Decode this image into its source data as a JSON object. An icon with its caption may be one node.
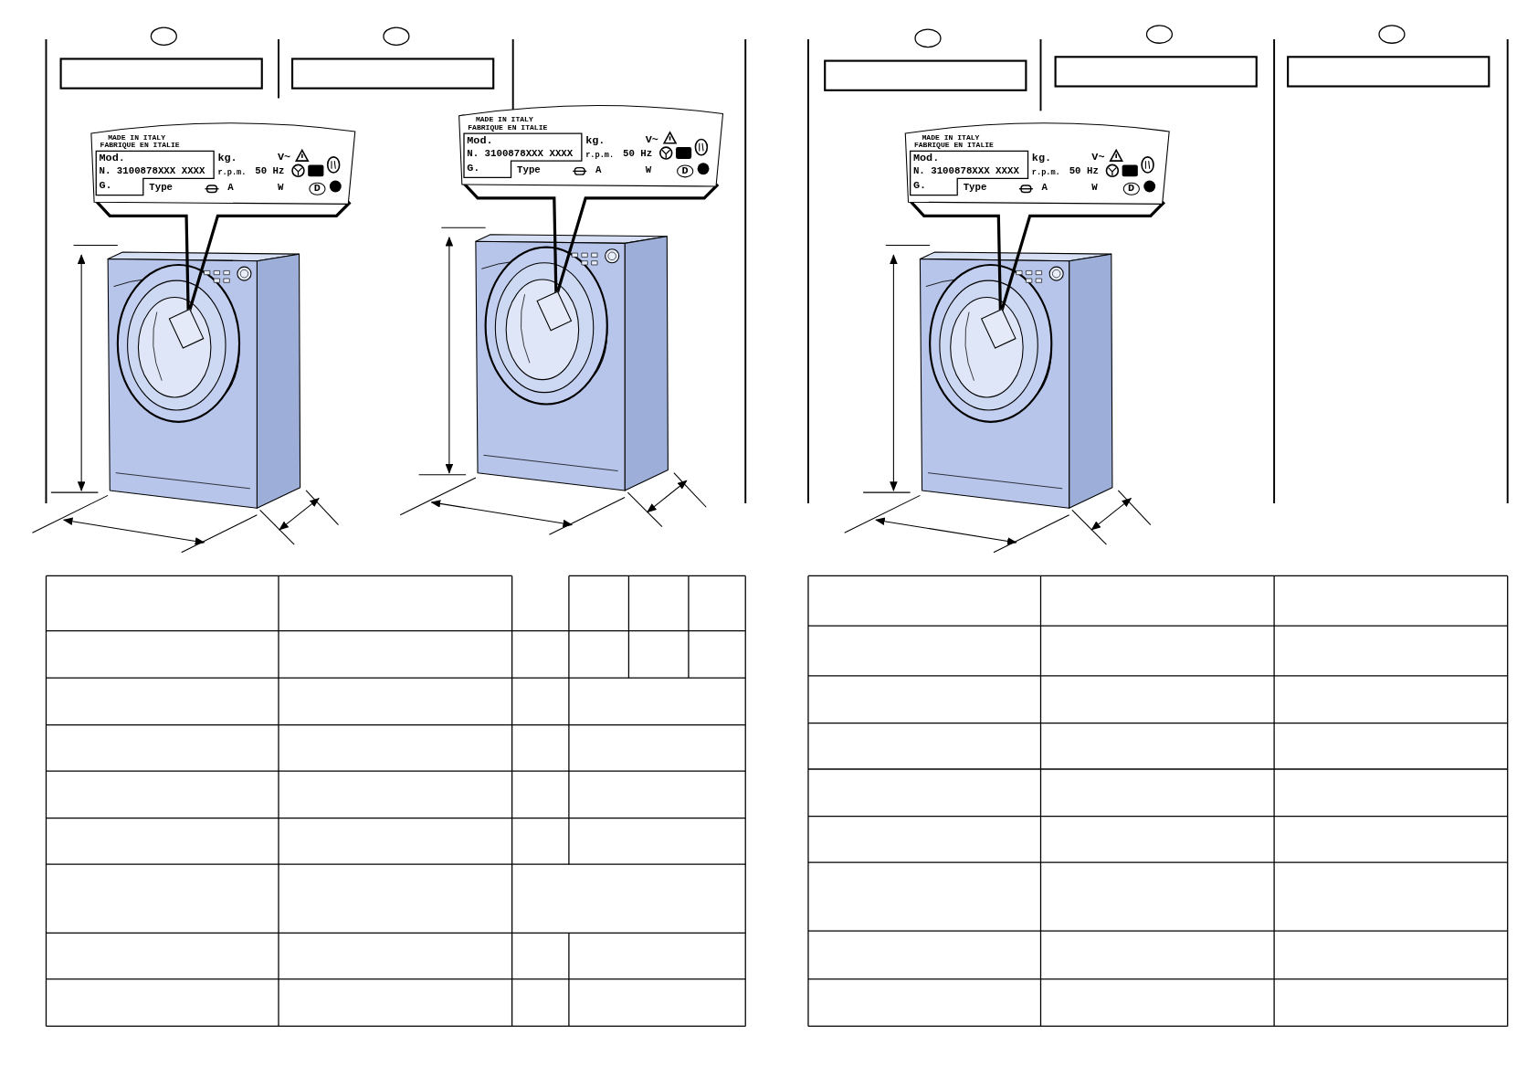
{
  "diagram": {
    "nodes": [
      {
        "text": [
          "MADE IN ITALY",
          "FABRIQUE EN ITALIE",
          "Mod.",
          "kg.",
          "V~",
          "N. 3100878XXX XXXX",
          "r.p.m.",
          "50 Hz",
          "G.",
          "Type",
          "A",
          "W",
          "D"
        ]
      },
      {
        "text": [],
        "shape": "box"
      },
      {
        "text": [
          "MADE IN ITALY",
          "FABRIQUE EN ITALIE",
          "Mod.",
          "kg.",
          "V~",
          "N. 3100878XXX XXXX",
          "r.p.m.",
          "50 Hz",
          "G.",
          "Type",
          "A",
          "W",
          "D"
        ]
      },
      {
        "text": [],
        "shape": "box"
      },
      {
        "text": [
          "MADE IN ITALY",
          "FABRIQUE EN ITALIE",
          "Mod.",
          "kg.",
          "V~",
          "N. 3100878XXX XXXX",
          "r.p.m.",
          "50 Hz",
          "G.",
          "Type",
          "A",
          "W",
          "D"
        ]
      },
      {
        "text": [],
        "shape": "box"
      }
    ],
    "edges": [
      {
        "from": 0,
        "to": 1,
        "arrow": "none"
      },
      {
        "from": 2,
        "to": 3,
        "arrow": "none"
      },
      {
        "from": 4,
        "to": 5,
        "arrow": "none"
      }
    ]
  }
}
